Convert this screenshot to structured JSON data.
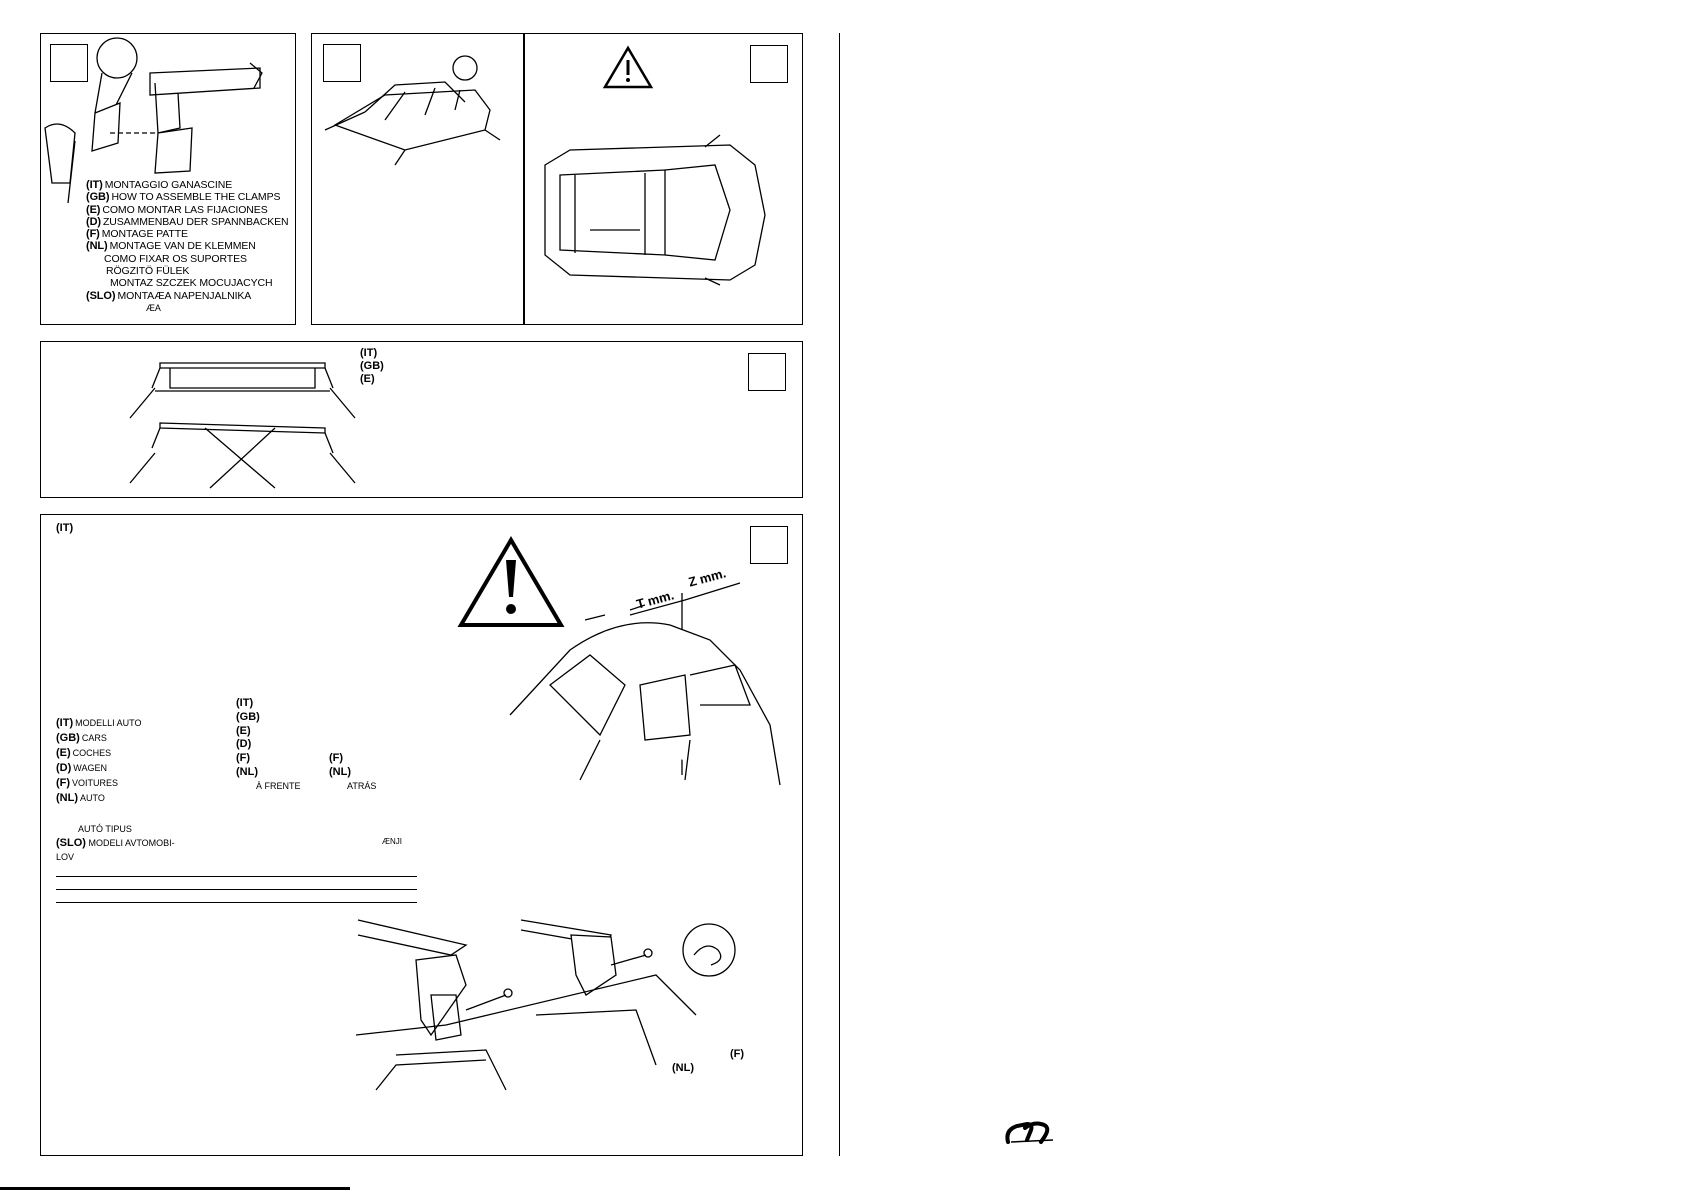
{
  "panel1": {
    "lines": [
      {
        "code": "(IT)",
        "text": "MONTAGGIO GANASCINE"
      },
      {
        "code": "(GB)",
        "text": "HOW TO ASSEMBLE THE CLAMPS"
      },
      {
        "code": "(E)",
        "text": "COMO MONTAR LAS FIJACIONES"
      },
      {
        "code": "(D)",
        "text": "ZUSAMMENBAU DER SPANNBACKEN"
      },
      {
        "code": "(F)",
        "text": "MONTAGE PATTE"
      },
      {
        "code": "(NL)",
        "text": "MONTAGE VAN DE KLEMMEN"
      },
      {
        "code": "",
        "text": "COMO FIXAR OS SUPORTES"
      },
      {
        "code": "",
        "text": "RÖGZITÖ FÜLEK"
      },
      {
        "code": "",
        "text": "MONTAZ SZCZEK MOCUJACYCH"
      },
      {
        "code": "(SLO)",
        "text": "MONTAÆA NAPENJALNIKA"
      },
      {
        "code": "",
        "text": "ÆA"
      }
    ]
  },
  "panel3": {
    "codes": [
      "(IT)",
      "(GB)",
      "(E)"
    ]
  },
  "panel4": {
    "header_code": "(IT)",
    "dim_t": "T mm.",
    "dim_z": "Z mm.",
    "cars_table": [
      {
        "code": "(IT)",
        "text": "MODELLI  AUTO"
      },
      {
        "code": "(GB)",
        "text": "CARS"
      },
      {
        "code": "(E)",
        "text": "COCHES"
      },
      {
        "code": "(D)",
        "text": "WAGEN"
      },
      {
        "code": "(F)",
        "text": "VOITURES"
      },
      {
        "code": "(NL)",
        "text": "AUTO"
      }
    ],
    "mid_codes": [
      "(IT)",
      "(GB)",
      "(E)",
      "(D)",
      "(F)",
      "(NL)"
    ],
    "right_codes": [
      "(F)",
      "(NL)"
    ],
    "a_frente": "À FRENTE",
    "atras": "ATRÁS",
    "auto_tipus": "AUTÓ TIPUS",
    "slo_code": "(SLO)",
    "slo_text": "MODELI AVTOMOBI-",
    "slo_text2": "LOV",
    "aenji": "ÆNJI",
    "bottom_f": "(F)",
    "bottom_nl": "(NL)"
  }
}
